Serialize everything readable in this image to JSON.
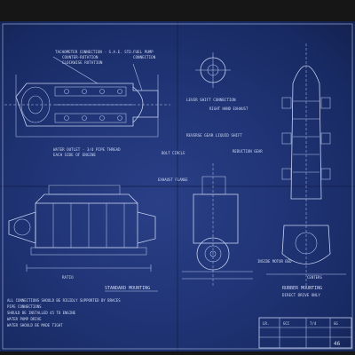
{
  "labels": {
    "tacho": "TACHOMETER CONNECTION - S.A.E. STD.",
    "tacho2": "COUNTER-ROTATION",
    "tacho3": "CLOCKWISE ROTATION",
    "fuel": "FUEL PUMP",
    "fuel2": "CONNECTION",
    "water_outlet": "WATER OUTLET - 3/4 PIPE THREAD",
    "water_outlet2": "EACH SIDE OF ENGINE",
    "right_exhaust": "RIGHT HAND EXHAUST",
    "lever": "LEVER SHIFT CONNECTION",
    "reverse_gear": "REVERSE GEAR LIQUID SHIFT",
    "reduction": "REDUCTION GEAR",
    "exhaust_flange": "EXHAUST FLANGE",
    "rubber_mount_title": "RUBBER MOUNTING",
    "rubber_mount_sub": "DIRECT DRIVE ONLY",
    "standard_mounting": "STANDARD MOUNTING",
    "inside_motor": "INSIDE MOTOR BED",
    "bolt": "BOLT CIRCLE",
    "centers": "CENTERS",
    "ratio": "RATIO"
  },
  "notes": {
    "n1": "ALL CONNECTIONS SHOULD BE RIGIDLY SUPPORTED BY BRACES",
    "n2": "PIPE CONNECTIONS",
    "n3": "SHOULD BE INSTALLED 45 TO ENGINE",
    "n4": "WATER PUMP DRIVE",
    "n5": "WATER SHOULD BE MADE TIGHT"
  },
  "title_block": {
    "c1": "LR.",
    "c2": "GCC",
    "c3": "7/4",
    "c4": "GG",
    "number": "46"
  },
  "colors": {
    "paper": "#203476",
    "line": "#c7d3f1"
  }
}
